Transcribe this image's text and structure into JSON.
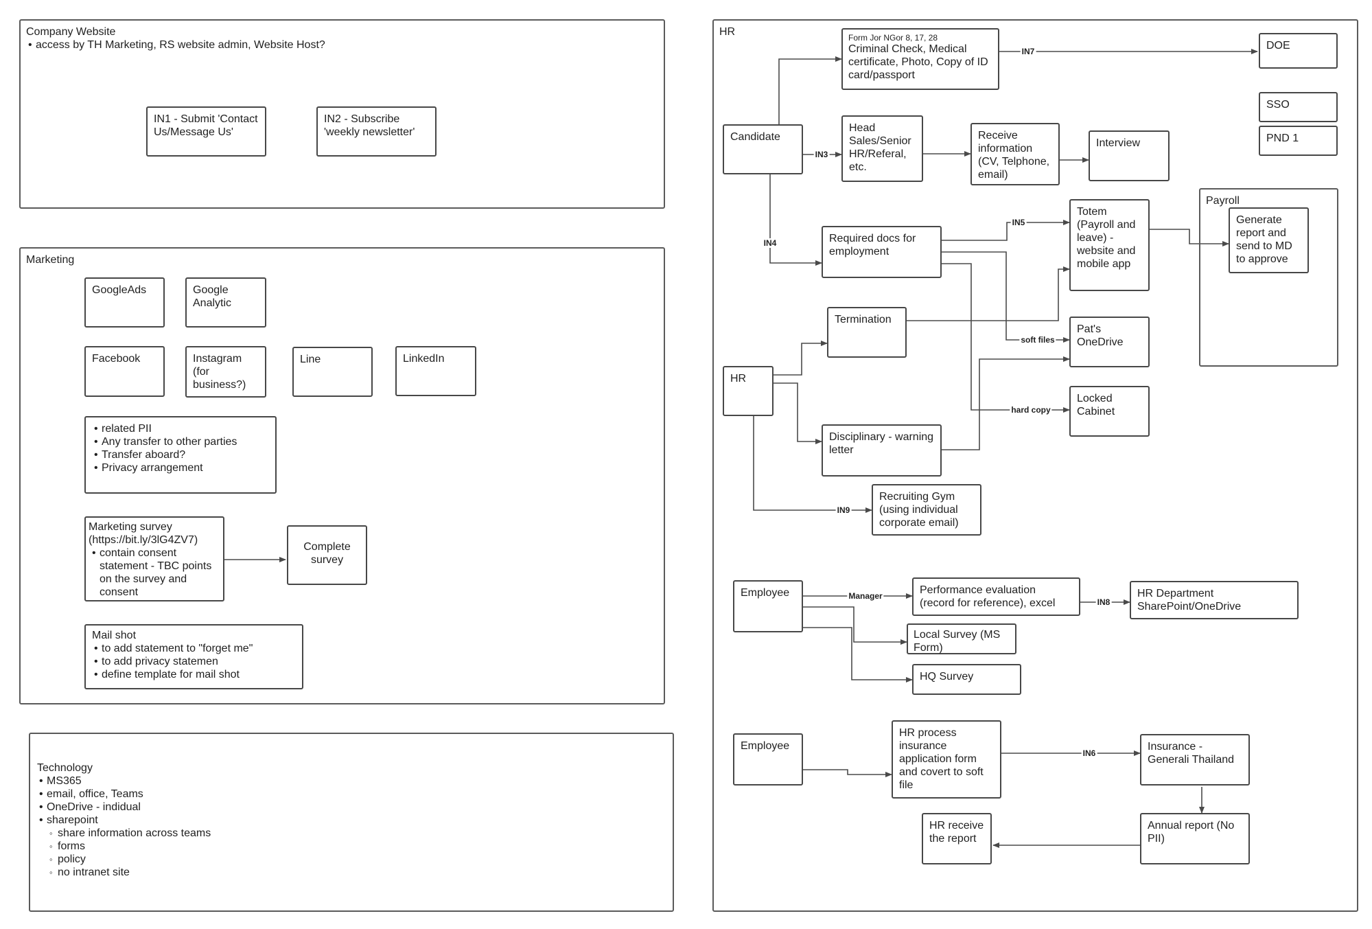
{
  "company_website": {
    "title": "Company Website",
    "items": [
      "access by TH Marketing, RS website admin, Website Host?"
    ],
    "in1": "IN1 - Submit 'Contact Us/Message Us'",
    "in2": "IN2 - Subscribe 'weekly newsletter'"
  },
  "marketing": {
    "title": "Marketing",
    "channels": {
      "googleads": "GoogleAds",
      "google_analytic": "Google Analytic",
      "facebook": "Facebook",
      "instagram": "Instagram (for business?)",
      "line": "Line",
      "linkedin": "LinkedIn"
    },
    "notes": [
      "related PII",
      "Any transfer to other parties",
      "Transfer aboard?",
      "Privacy arrangement"
    ],
    "survey": {
      "title": "Marketing survey (https://bit.ly/3lG4ZV7)",
      "items": [
        "contain consent statement - TBC points on the survey and consent"
      ]
    },
    "complete_survey": "Complete survey",
    "mailshot": {
      "title": "Mail shot",
      "items": [
        "to add statement to \"forget me\"",
        "to add privacy statemen",
        "define template for mail shot"
      ]
    }
  },
  "technology": {
    "title": "Technology",
    "items": [
      "MS365",
      "email, office, Teams",
      "OneDrive - indidual",
      "sharepoint"
    ],
    "sharepoint_items": [
      "share information across teams",
      "forms",
      "policy",
      "no intranet site"
    ]
  },
  "hr": {
    "title": "HR",
    "nodes": {
      "form_note": "Form Jor NGor 8, 17, 28",
      "form": "Criminal Check, Medical certificate, Photo, Copy of ID card/passport",
      "doe": "DOE",
      "sso": "SSO",
      "pnd1": "PND 1",
      "candidate": "Candidate",
      "head_sales": "Head Sales/Senior HR/Referal, etc.",
      "receive_info": "Receive information (CV, Telphone, email)",
      "interview": "Interview",
      "required_docs": "Required docs for employment",
      "totem": "Totem (Payroll and leave) - website and mobile app",
      "payroll": "Payroll",
      "generate_report": "Generate report and send to MD to approve",
      "termination": "Termination",
      "pats_onedrive": "Pat's OneDrive",
      "hr": "HR",
      "locked_cabinet": "Locked Cabinet",
      "disciplinary": "Disciplinary - warning letter",
      "recruiting_gym": "Recruiting Gym (using individual corporate email)",
      "employee1": "Employee",
      "perf_eval": "Performance evaluation (record for reference), excel",
      "hr_dept_sp": "HR Department SharePoint/OneDrive",
      "local_survey": "Local Survey (MS Form)",
      "hq_survey": "HQ Survey",
      "employee2": "Employee",
      "hr_process": "HR process insurance application form and covert to soft file",
      "insurance": "Insurance - Generali Thailand",
      "annual_report": "Annual report (No PII)",
      "hr_receive": "HR receive the report"
    },
    "edge_labels": {
      "in7": "IN7",
      "in3": "IN3",
      "in4": "IN4",
      "in5": "IN5",
      "soft_files": "soft files",
      "hard_copy": "hard copy",
      "in9": "IN9",
      "manager": "Manager",
      "in8": "IN8",
      "in6": "IN6"
    }
  }
}
